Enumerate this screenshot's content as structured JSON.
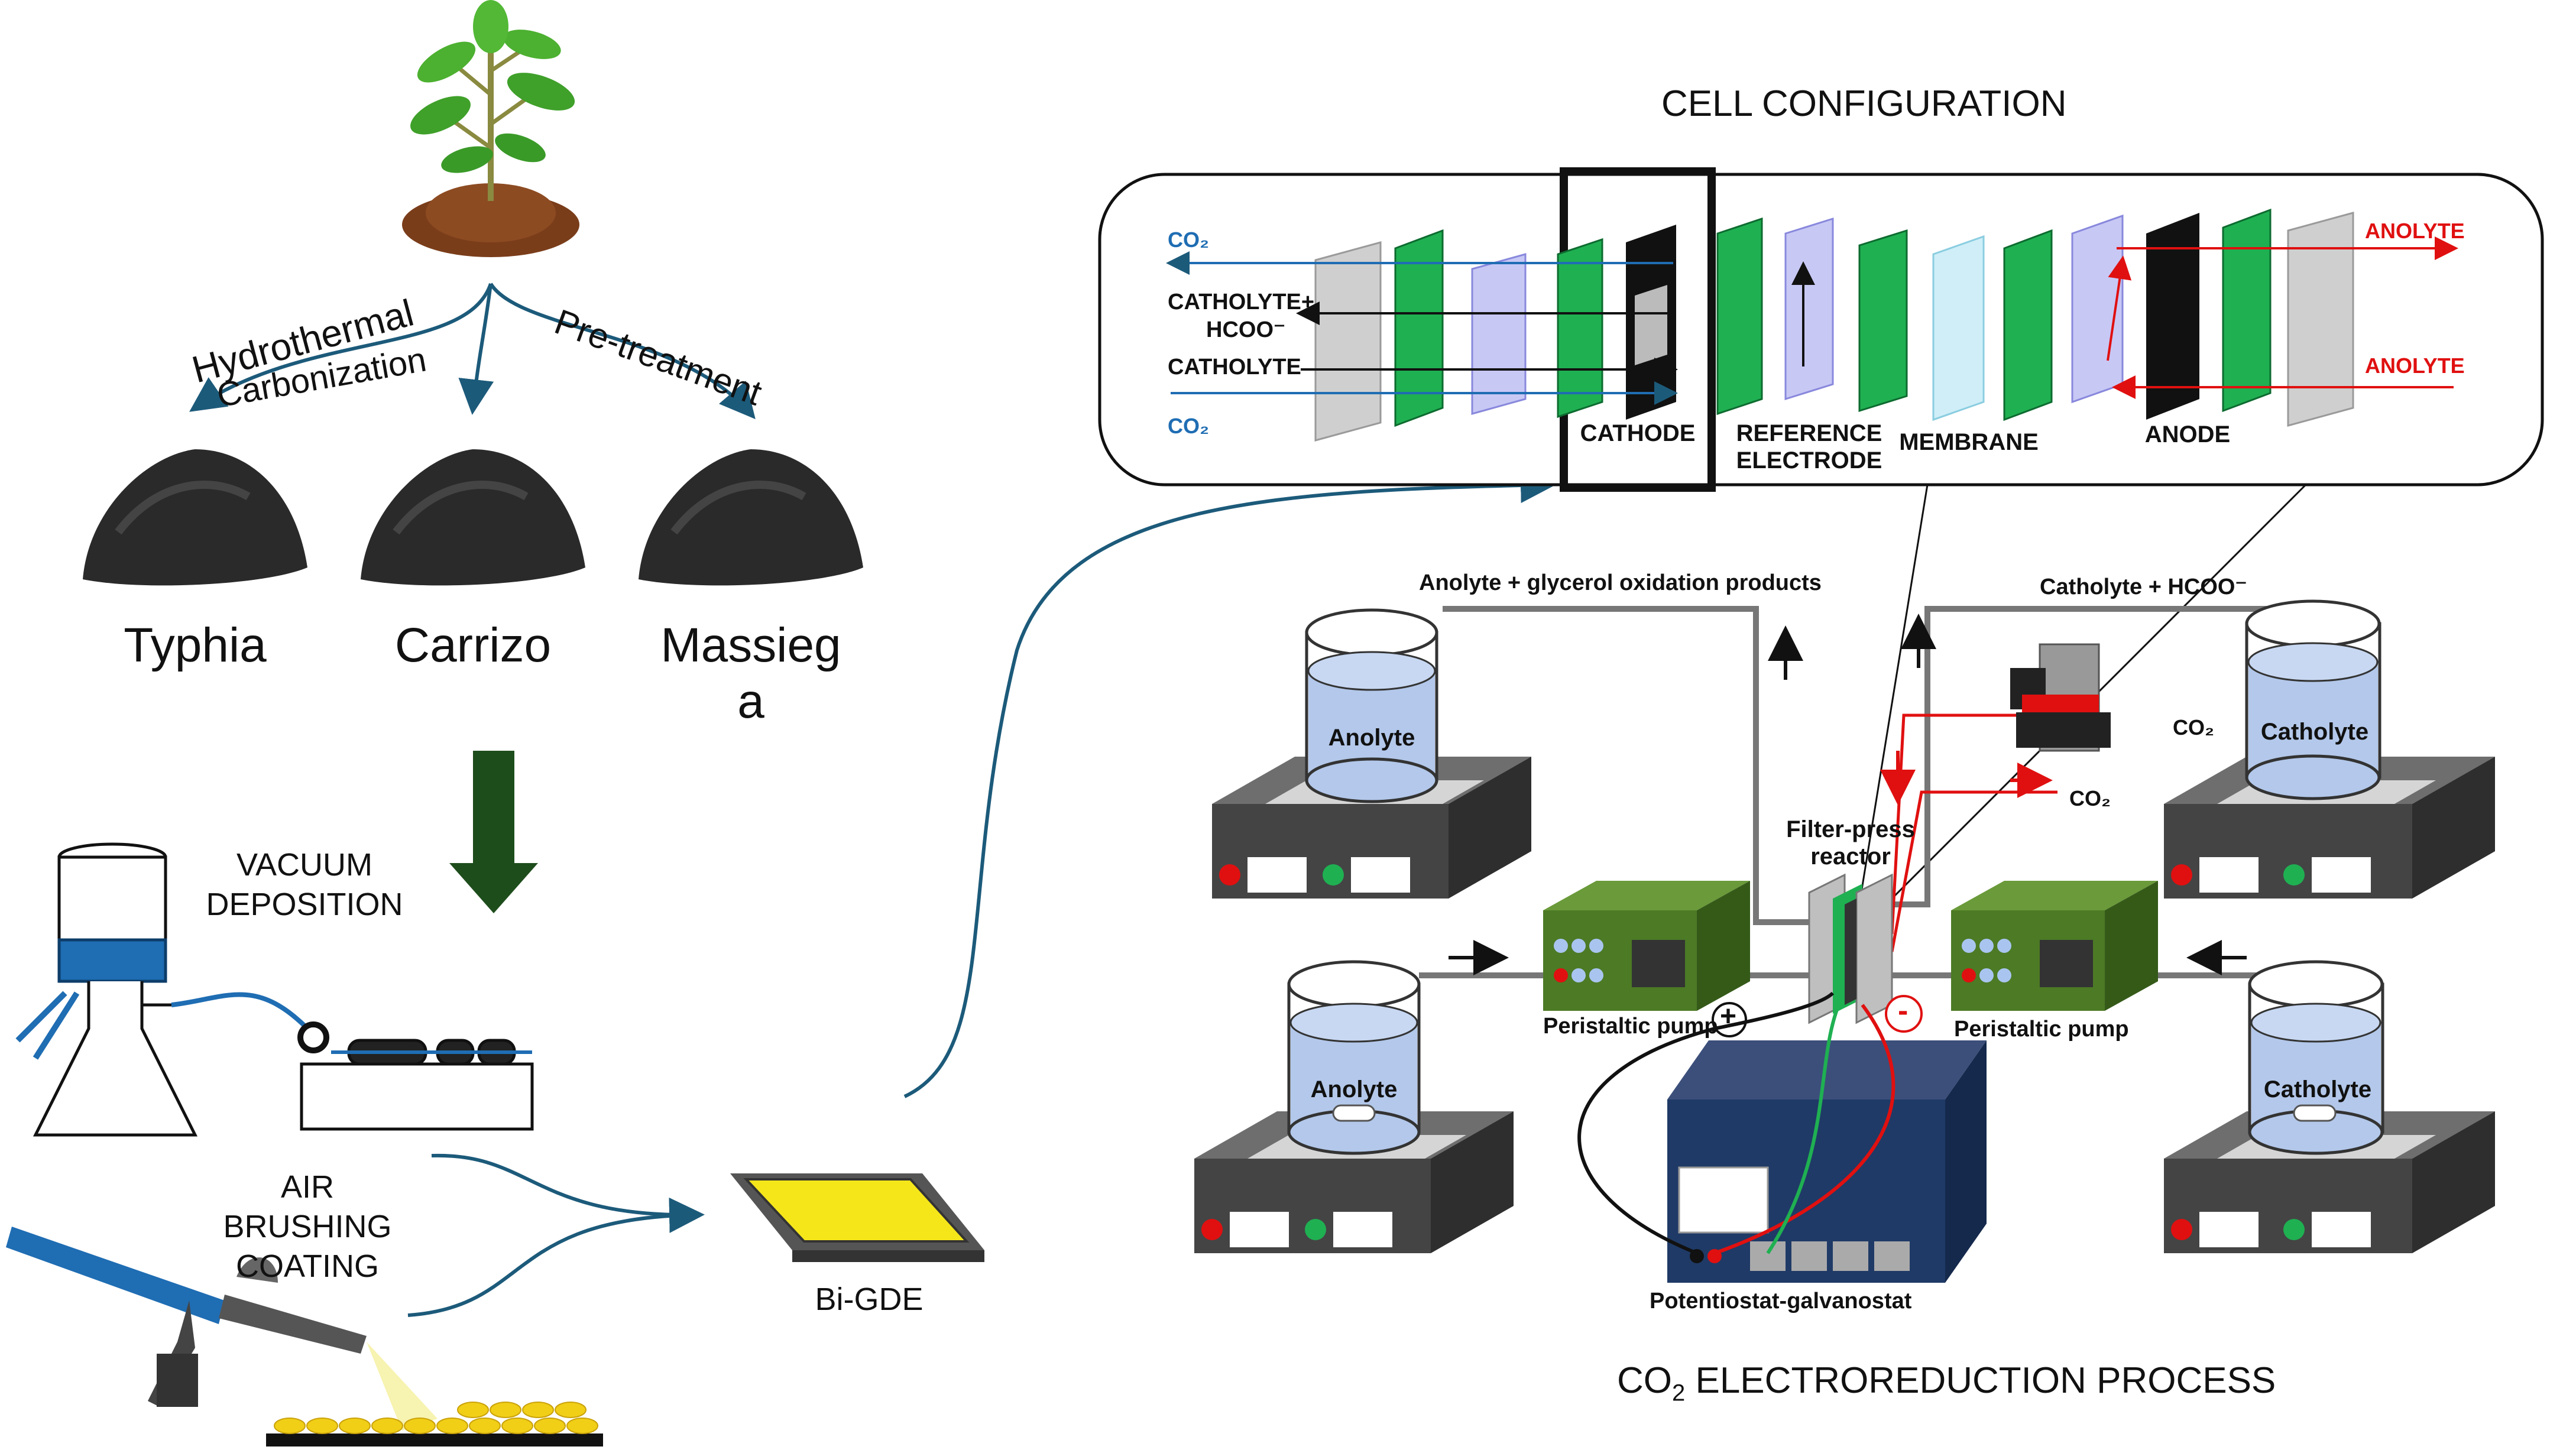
{
  "left": {
    "routes": {
      "hydro_1": "Hydrothermal",
      "hydro_2": "Carbonization",
      "pretreat": "Pre-treatment"
    },
    "biochars": [
      "Typhia",
      "Carrizo",
      "Massieg",
      "a"
    ],
    "methods": {
      "vacuum_1": "VACUUM",
      "vacuum_2": "DEPOSITION",
      "air_1": "AIR",
      "air_2": "BRUSHING",
      "air_3": "COATING"
    },
    "product": "Bi-GDE"
  },
  "cell": {
    "title": "CELL CONFIGURATION",
    "co2_top": "CO₂",
    "catholyte_hcoo_1": "CATHOLYTE+",
    "catholyte_hcoo_2": "HCOO⁻",
    "catholyte": "CATHOLYTE",
    "co2_bottom": "CO₂",
    "cathode": "CATHODE",
    "reference_1": "REFERENCE",
    "reference_2": "ELECTRODE",
    "membrane": "MEMBRANE",
    "anode": "ANODE",
    "anolyte_top": "ANOLYTE",
    "anolyte_bottom": "ANOLYTE"
  },
  "process": {
    "title_pre": "CO",
    "title_sub": "2",
    "title_post": " ELECTROREDUCTION PROCESS",
    "anolyte_products": "Anolyte + glycerol oxidation products",
    "catholyte_hcoo": "Catholyte + HCOO⁻",
    "beaker_anolyte": "Anolyte",
    "beaker_catholyte": "Catholyte",
    "co2_a": "CO₂",
    "co2_b": "CO₂",
    "reactor_1": "Filter-press",
    "reactor_2": "reactor",
    "pump": "Peristaltic pump",
    "plus": "+",
    "minus": "-",
    "potentiostat": "Potentiostat-galvanostat"
  },
  "colors": {
    "green": "#1fb052",
    "blue": "#1f6db3",
    "red": "#e01010",
    "dark_green": "#1e4d1c",
    "arrow_curve": "#1c5a7a",
    "yellow": "#f5e61a",
    "gray_panel": "#555555"
  }
}
